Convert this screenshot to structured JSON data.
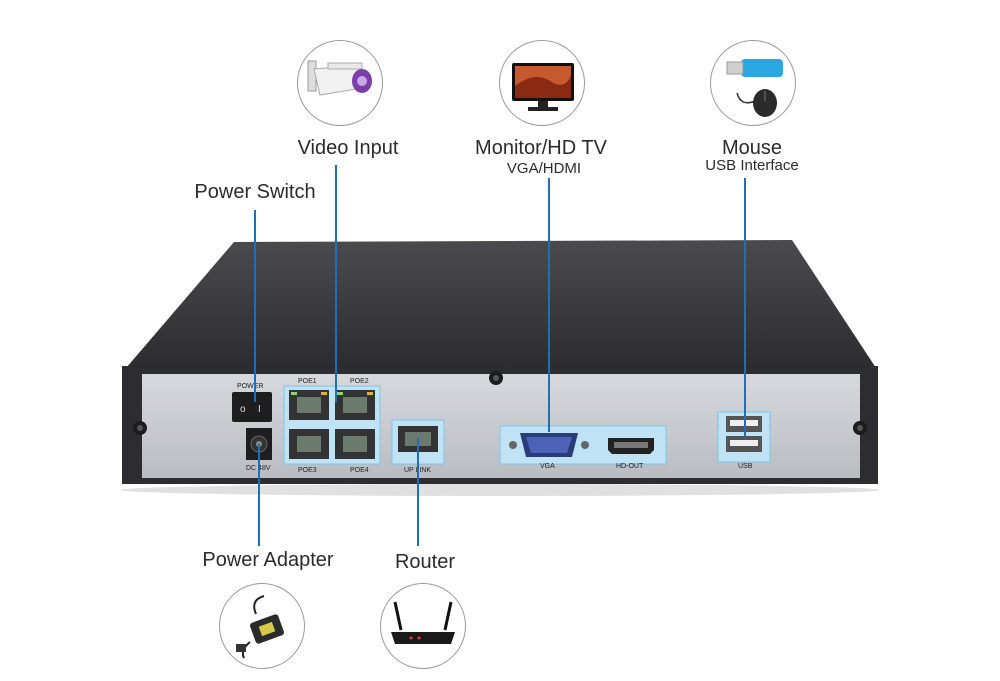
{
  "labels": {
    "power_switch": "Power Switch",
    "video_input": "Video Input",
    "monitor": "Monitor/HD TV",
    "monitor_sub": "VGA/HDMI",
    "mouse": "Mouse",
    "mouse_sub": "USB Interface",
    "power_adapter": "Power Adapter",
    "router": "Router"
  },
  "panel_labels": {
    "power": "POWER",
    "poe1": "POE1",
    "poe2": "POE2",
    "poe3": "POE3",
    "poe4": "POE4",
    "dc": "DC 48V",
    "uplink": "UP LINK",
    "vga": "VGA",
    "hdout": "HD-OUT",
    "usb": "USB"
  },
  "icons": [
    "camera-icon",
    "monitor-icon",
    "mouse-usb-icon",
    "power-adapter-icon",
    "router-icon"
  ],
  "colors": {
    "callout_line": "#1e6fb5",
    "port_highlight": "#bfe3f5",
    "case": "#3a3a3e",
    "panel": "#c9ccd0"
  }
}
